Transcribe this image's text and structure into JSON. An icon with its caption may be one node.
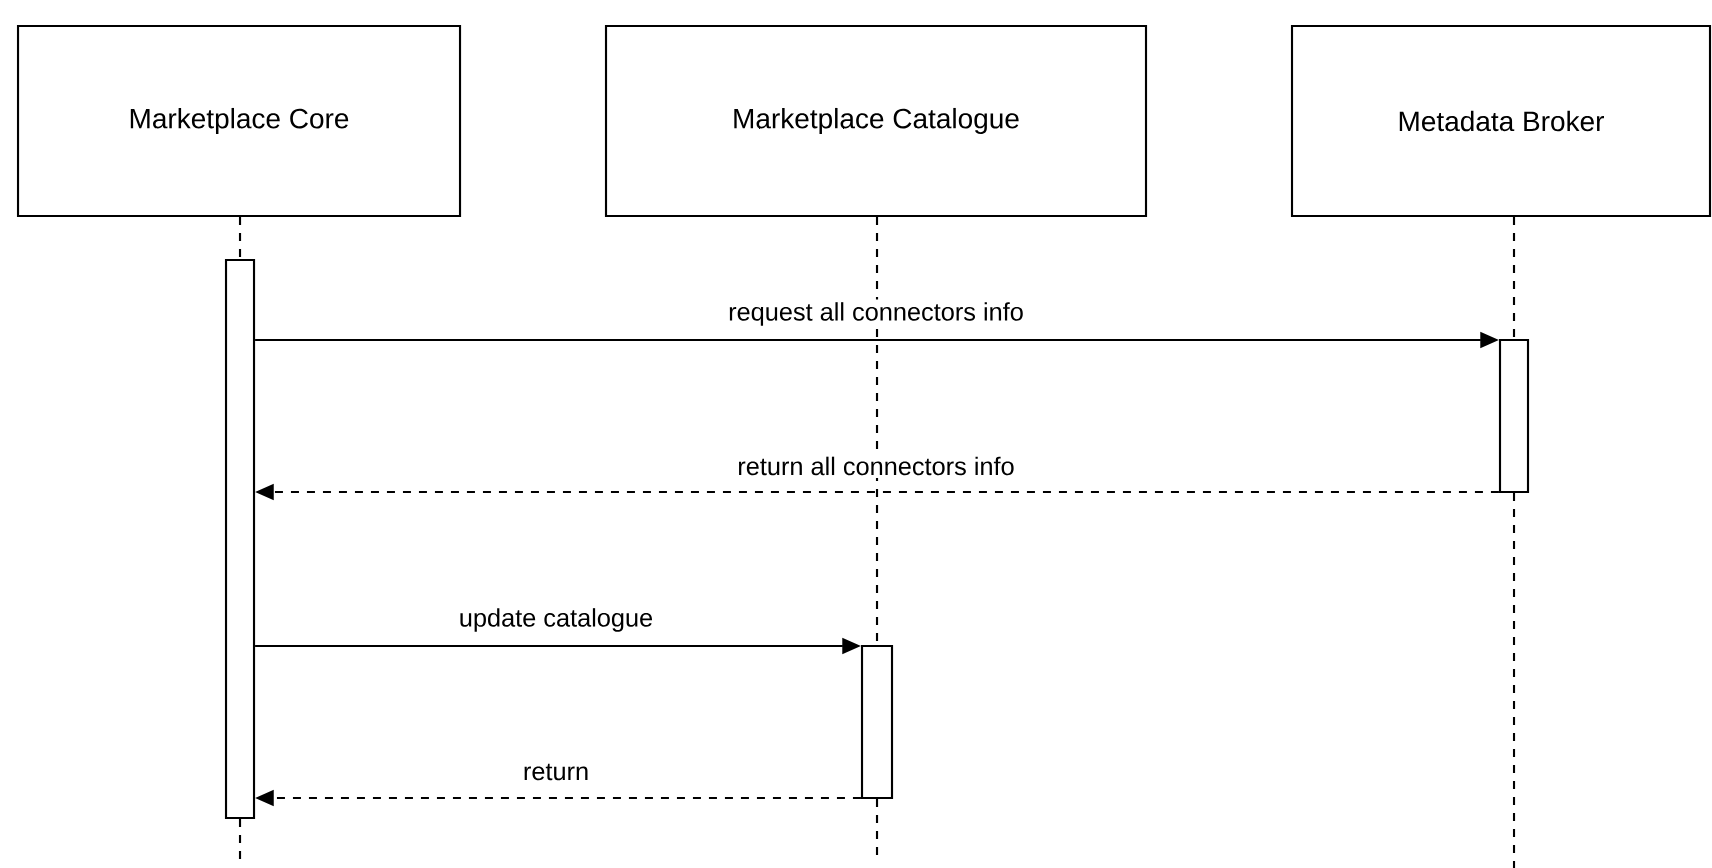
{
  "diagram": {
    "nodes": [
      {
        "text": [
          "Marketplace Core"
        ]
      },
      {
        "text": [
          "Marketplace Catalogue"
        ]
      },
      {
        "text": [
          "Metadata Broker"
        ]
      },
      {
        "text": [],
        "shape": "bar"
      },
      {
        "text": [],
        "shape": "bar"
      },
      {
        "text": [],
        "shape": "bar"
      }
    ],
    "edges": [
      {
        "from": 0,
        "to": 3,
        "arrow": "none",
        "style": "dashed"
      },
      {
        "from": 3,
        "to": null,
        "arrow": "none",
        "style": "dashed"
      },
      {
        "from": 1,
        "to": 5,
        "arrow": "none",
        "style": "dashed"
      },
      {
        "from": 5,
        "to": null,
        "arrow": "none",
        "style": "dashed"
      },
      {
        "from": 2,
        "to": 4,
        "arrow": "none",
        "style": "dashed"
      },
      {
        "from": 4,
        "to": null,
        "arrow": "none",
        "style": "dashed"
      },
      {
        "from": 3,
        "to": 4,
        "arrow": "to",
        "label": "request all connectors info"
      },
      {
        "from": 4,
        "to": 3,
        "arrow": "to",
        "label": "return all connectors info",
        "style": "dashed"
      },
      {
        "from": 3,
        "to": 5,
        "arrow": "to",
        "label": "update catalogue"
      },
      {
        "from": 5,
        "to": 3,
        "arrow": "to",
        "label": "return",
        "style": "dashed"
      }
    ]
  }
}
